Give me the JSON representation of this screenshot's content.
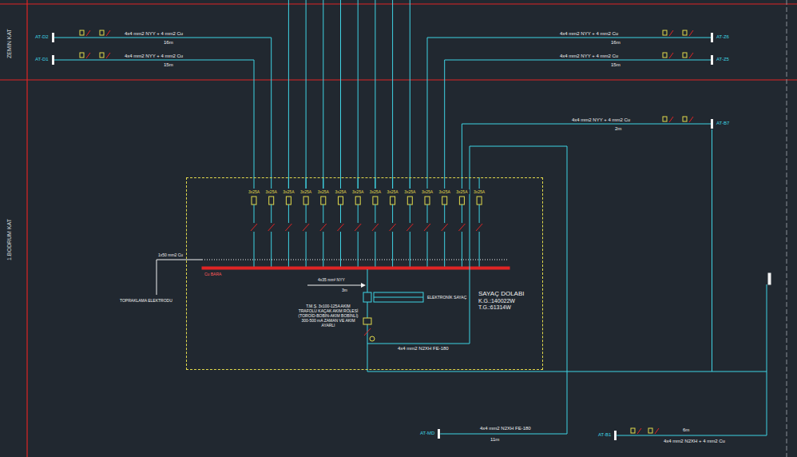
{
  "diagram": {
    "nodes": [
      {
        "text": [
          "SAYAÇ DOLABI",
          "K.G.:140022W",
          "T.G.:61314W"
        ]
      },
      {
        "text": [
          "AT-D2"
        ]
      },
      {
        "text": [
          "AT-D1"
        ]
      },
      {
        "text": [
          "AT-Z6"
        ]
      },
      {
        "text": [
          "AT-Z5"
        ]
      },
      {
        "text": [
          "AT-B7"
        ]
      },
      {
        "text": [
          "AT-MD"
        ]
      },
      {
        "text": [
          "AT-B1"
        ]
      }
    ],
    "edges": [
      {
        "from": 0,
        "to": 1,
        "arrow": "none",
        "label": "4x4 mm2 NYY + 4 mm2 Cu"
      },
      {
        "from": 0,
        "to": 2,
        "arrow": "none",
        "label": "4x4 mm2 NYY + 4 mm2 Cu"
      },
      {
        "from": 0,
        "to": 3,
        "arrow": "none",
        "label": "4x4 mm2 NYY + 4 mm2 Cu"
      },
      {
        "from": 0,
        "to": 4,
        "arrow": "none",
        "label": "4x4 mm2 NYY + 4 mm2 Cu"
      },
      {
        "from": 0,
        "to": 5,
        "arrow": "none",
        "label": "4x4 mm2 NYY + 4 mm2 Cu"
      },
      {
        "from": 0,
        "to": 6,
        "arrow": "none",
        "label": "4x4 mm2 N2XH FE-180"
      },
      {
        "from": 0,
        "to": 7,
        "arrow": "none",
        "label": "4x4 mm2 N2XH + 4 mm2 Cu"
      }
    ],
    "labels": [
      "ZEMIN KAT",
      "1.BODRUM KAT",
      "16m",
      "15m",
      "16m",
      "15m",
      "2m",
      "11m",
      "6m",
      "4x35 mm² NYY",
      "3m",
      "1x50 mm2 Cu",
      "TOPRAKLAMA ELEKTRODU",
      "Cu BARA",
      "T.M.Ş. 3x100-125A AKIM TRAFOLU KAÇAK AKIM RÖLESİ (TOROİD-BOBİN-AKIM BOBİNLİ) 300-500 mA ZAMAN VE AKIM AYARLI",
      "ELEKTRONİK SAYAÇ",
      "4x4 mm2 N2XH FE-180",
      "3x25A",
      "3x25A",
      "3x25A",
      "3x25A",
      "3x25A",
      "3x25A",
      "3x25A",
      "3x25A",
      "3x25A",
      "3x25A",
      "3x25A",
      "3x25A",
      "3x25A",
      "3x25A"
    ]
  }
}
